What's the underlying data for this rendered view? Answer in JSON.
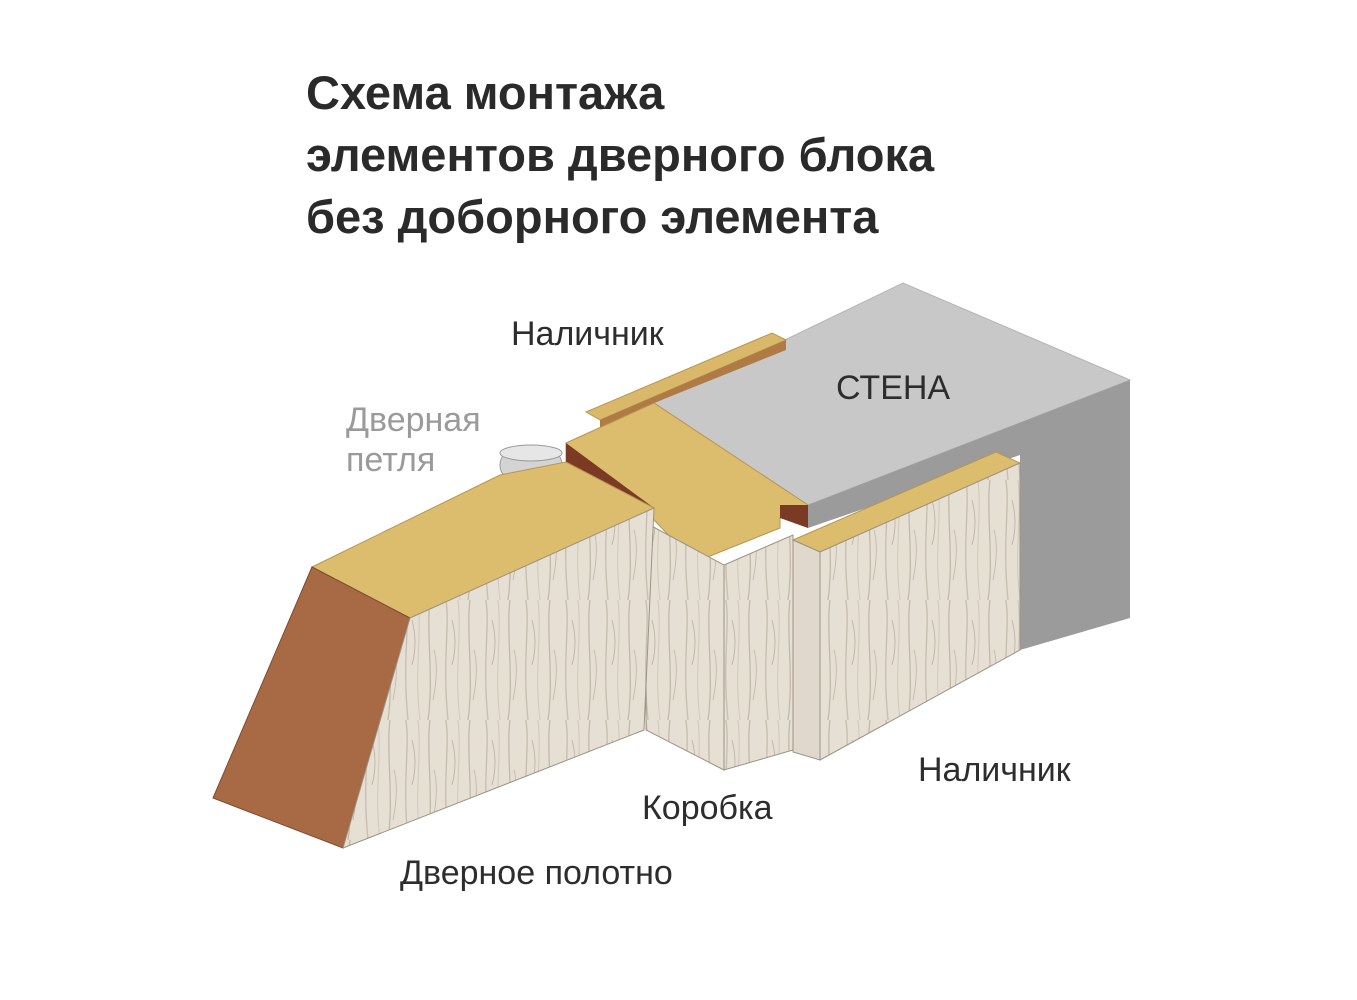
{
  "title": {
    "line1": "Схема монтажа",
    "line2": "элементов дверного блока",
    "line3": "без доборного элемента"
  },
  "labels": {
    "trim_top": "Наличник",
    "wall": "СТЕНА",
    "hinge_line1": "Дверная",
    "hinge_line2": "петля",
    "frame": "Коробка",
    "trim_bottom": "Наличник",
    "door_leaf": "Дверное полотно"
  },
  "colors": {
    "veneer_top": "#d9b86a",
    "veneer_edge": "#a86a45",
    "wood_face": "#e4ddd2",
    "wall_top": "#c9c9c9",
    "wall_side": "#9a9a9a",
    "dark_groove": "#7a3a24",
    "title_text": "#2a2a2a",
    "hinge_label": "#9a9a9a"
  }
}
